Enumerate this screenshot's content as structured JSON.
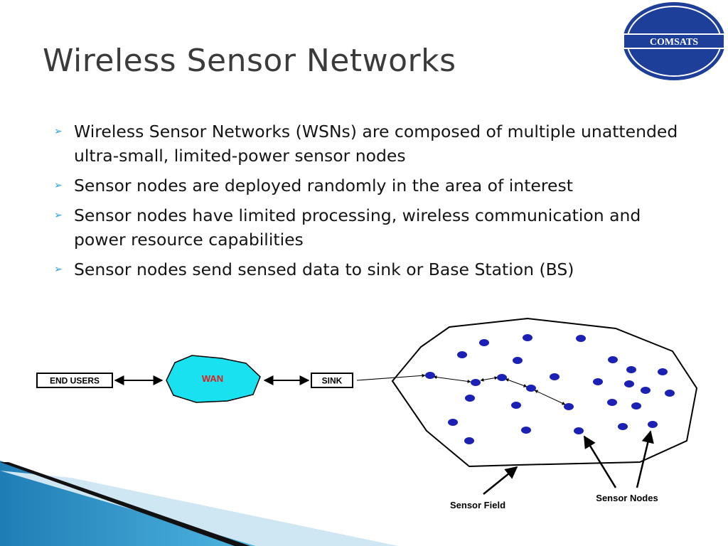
{
  "slide": {
    "title": "Wireless Sensor Networks",
    "bullets": [
      {
        "text": "Wireless Sensor Networks (WSNs) are composed of multiple unattended ultra-small, limited-power sensor nodes"
      },
      {
        "text": "Sensor nodes are deployed randomly in the area of interest"
      },
      {
        "text": "Sensor nodes have limited processing, wireless communication and power resource capabilities"
      },
      {
        "text": "Sensor nodes send sensed data to sink or Base Station (BS)"
      }
    ]
  },
  "logo": {
    "text": "COMSATS"
  },
  "diagram": {
    "end_users": "END USERS",
    "wan": "WAN",
    "sink": "SINK",
    "sensor_field": "Sensor Field",
    "sensor_nodes": "Sensor Nodes"
  },
  "colors": {
    "title": "#3b3b3b",
    "bullet_arrow": "#2a9fd6",
    "wan_fill": "#19e1f0",
    "wan_text": "#e0201a",
    "node": "#1a21b4",
    "logo_blue": "#1d3f9a",
    "stripe_blue": "#2f8ec0"
  },
  "icons": {
    "bullet": "chevron-right-icon"
  }
}
